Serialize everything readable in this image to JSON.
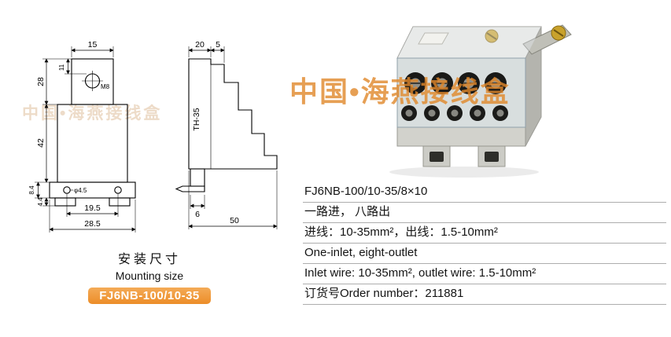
{
  "watermarks": {
    "left": "中国•海燕接线盒",
    "right": "中国•海燕接线盒"
  },
  "drawing": {
    "front": {
      "dim_top_width": "15",
      "dim_offset": "11",
      "label_screw": "M8",
      "dim_upper_height": "28",
      "dim_body_height": "42",
      "dim_flange_height": "8.4",
      "dim_foot_height": "4.4",
      "label_hole": "φ4.5",
      "dim_hole_span": "19.5",
      "dim_base_width": "28.5"
    },
    "side": {
      "dim_top_width": "20",
      "dim_tab_width": "5",
      "label_rail": "TH-35",
      "dim_clip_width": "6",
      "dim_base_width": "50"
    },
    "caption_cn": "安装尺寸",
    "caption_en": "Mounting size",
    "model_badge": "FJ6NB-100/10-35"
  },
  "specs": {
    "rows": [
      "FJ6NB-100/10-35/8×10",
      "一路进， 八路出",
      "进线：10-35mm²，出线：1.5-10mm²",
      "One-inlet, eight-outlet",
      "Inlet wire: 10-35mm², outlet wire: 1.5-10mm²",
      "订货号Order number：211881"
    ]
  }
}
